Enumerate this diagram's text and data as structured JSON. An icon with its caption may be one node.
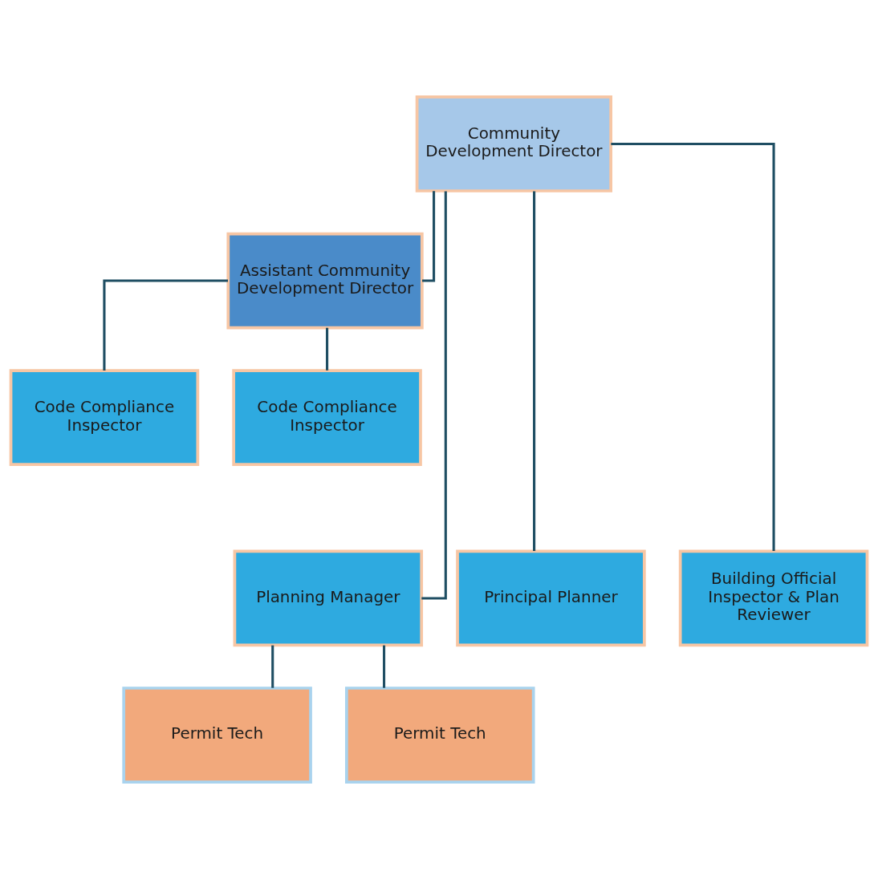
{
  "diagram": {
    "nodes": [
      {
        "text": [
          "Community Development Director"
        ]
      },
      {
        "text": [
          "Assistant Community Development Director"
        ]
      },
      {
        "text": [
          "Code Compliance Inspector"
        ]
      },
      {
        "text": [
          "Code Compliance Inspector"
        ]
      },
      {
        "text": [
          "Planning Manager"
        ]
      },
      {
        "text": [
          "Principal Planner"
        ]
      },
      {
        "text": [
          "Building Official Inspector & Plan Reviewer"
        ]
      },
      {
        "text": [
          "Permit Tech"
        ]
      },
      {
        "text": [
          "Permit Tech"
        ]
      }
    ],
    "edges": [
      {
        "from": 0,
        "to": 1,
        "arrow": "none"
      },
      {
        "from": 1,
        "to": 2,
        "arrow": "none"
      },
      {
        "from": 1,
        "to": 3,
        "arrow": "none"
      },
      {
        "from": 0,
        "to": 4,
        "arrow": "none"
      },
      {
        "from": 0,
        "to": 5,
        "arrow": "none"
      },
      {
        "from": 0,
        "to": 6,
        "arrow": "none"
      },
      {
        "from": 4,
        "to": 7,
        "arrow": "none"
      },
      {
        "from": 4,
        "to": 8,
        "arrow": "none"
      }
    ]
  }
}
